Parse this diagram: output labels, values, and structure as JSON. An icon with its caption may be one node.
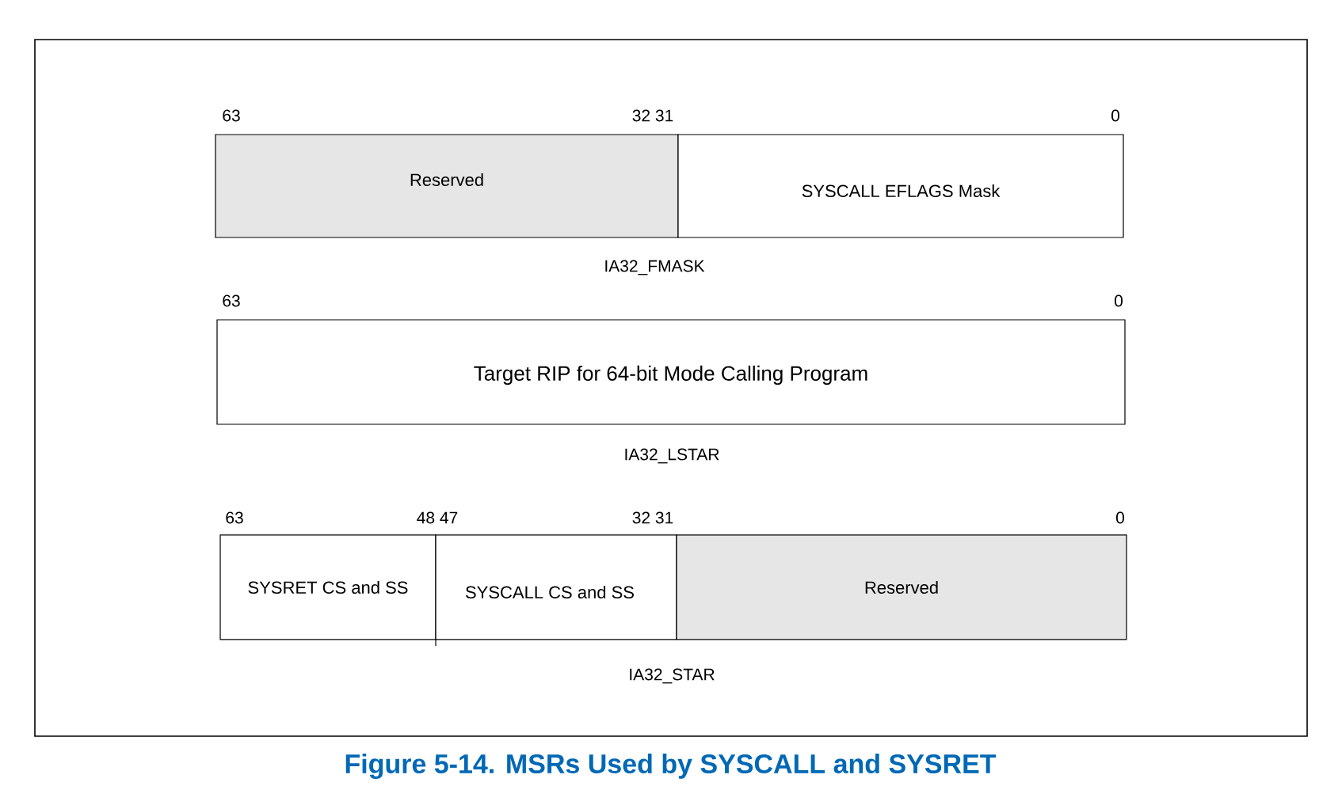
{
  "diagram": {
    "caption": "Figure 5-14.  MSRs Used by SYSCALL and SYSRET",
    "nodes": [
      {
        "text": [
          "Reserved"
        ]
      },
      {
        "text": [
          "SYSCALL EFLAGS Mask"
        ]
      },
      {
        "text": [
          "Target RIP for 64-bit Mode Calling Program"
        ]
      },
      {
        "text": [
          "SYSRET CS and SS"
        ]
      },
      {
        "text": [
          "SYSCALL CS and SS"
        ]
      },
      {
        "text": [
          "Reserved"
        ]
      }
    ],
    "labels": [
      "63",
      "32 31",
      "0",
      "IA32_FMASK",
      "63",
      "0",
      "IA32_LSTAR",
      "63",
      "48 47",
      "32 31",
      "0",
      "IA32_STAR"
    ]
  }
}
